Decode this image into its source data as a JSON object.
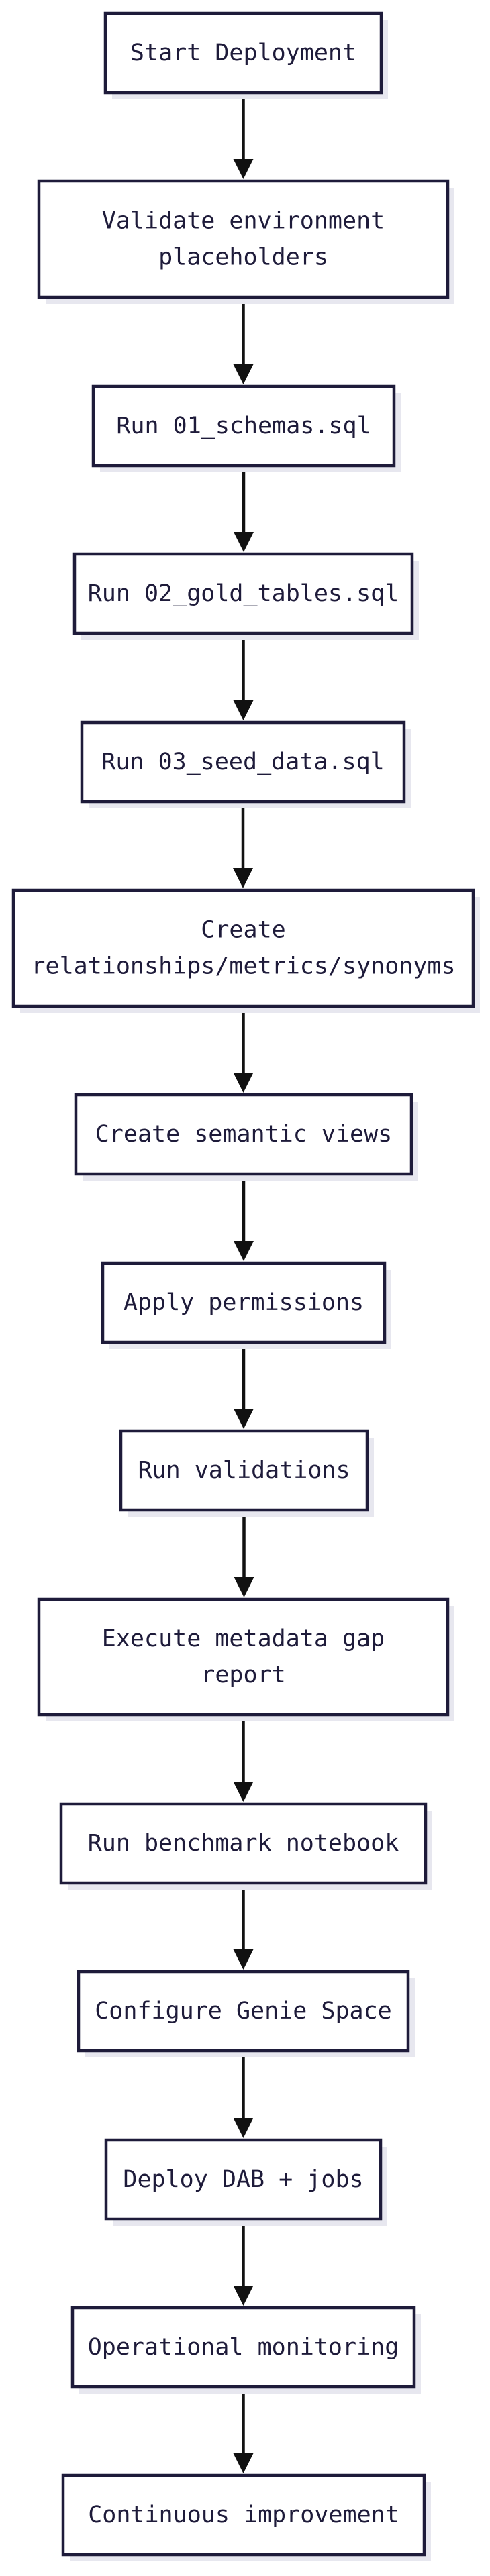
{
  "diagram": {
    "type": "flowchart",
    "direction": "top-to-bottom",
    "colors": {
      "node_border": "#1e1b3a",
      "node_fill": "#ffffff",
      "node_text": "#1e1b3a",
      "arrow": "#111111",
      "shadow": "#e7e7ef",
      "background": "#ffffff"
    },
    "nodes": [
      {
        "id": "start-deployment",
        "lines": [
          "Start Deployment"
        ]
      },
      {
        "id": "validate-environment-placeholders",
        "lines": [
          "Validate environment",
          "placeholders"
        ]
      },
      {
        "id": "run-01-schemas",
        "lines": [
          "Run 01_schemas.sql"
        ]
      },
      {
        "id": "run-02-gold-tables",
        "lines": [
          "Run 02_gold_tables.sql"
        ]
      },
      {
        "id": "run-03-seed-data",
        "lines": [
          "Run 03_seed_data.sql"
        ]
      },
      {
        "id": "create-relationships-metrics-synonyms",
        "lines": [
          "Create",
          "relationships/metrics/synonyms"
        ]
      },
      {
        "id": "create-semantic-views",
        "lines": [
          "Create semantic views"
        ]
      },
      {
        "id": "apply-permissions",
        "lines": [
          "Apply permissions"
        ]
      },
      {
        "id": "run-validations",
        "lines": [
          "Run validations"
        ]
      },
      {
        "id": "execute-metadata-gap-report",
        "lines": [
          "Execute metadata gap",
          "report"
        ]
      },
      {
        "id": "run-benchmark-notebook",
        "lines": [
          "Run benchmark notebook"
        ]
      },
      {
        "id": "configure-genie-space",
        "lines": [
          "Configure Genie Space"
        ]
      },
      {
        "id": "deploy-dab-jobs",
        "lines": [
          "Deploy DAB + jobs"
        ]
      },
      {
        "id": "operational-monitoring",
        "lines": [
          "Operational monitoring"
        ]
      },
      {
        "id": "continuous-improvement",
        "lines": [
          "Continuous improvement"
        ]
      }
    ],
    "edges": [
      {
        "from": "start-deployment",
        "to": "validate-environment-placeholders"
      },
      {
        "from": "validate-environment-placeholders",
        "to": "run-01-schemas"
      },
      {
        "from": "run-01-schemas",
        "to": "run-02-gold-tables"
      },
      {
        "from": "run-02-gold-tables",
        "to": "run-03-seed-data"
      },
      {
        "from": "run-03-seed-data",
        "to": "create-relationships-metrics-synonyms"
      },
      {
        "from": "create-relationships-metrics-synonyms",
        "to": "create-semantic-views"
      },
      {
        "from": "create-semantic-views",
        "to": "apply-permissions"
      },
      {
        "from": "apply-permissions",
        "to": "run-validations"
      },
      {
        "from": "run-validations",
        "to": "execute-metadata-gap-report"
      },
      {
        "from": "execute-metadata-gap-report",
        "to": "run-benchmark-notebook"
      },
      {
        "from": "run-benchmark-notebook",
        "to": "configure-genie-space"
      },
      {
        "from": "configure-genie-space",
        "to": "deploy-dab-jobs"
      },
      {
        "from": "deploy-dab-jobs",
        "to": "operational-monitoring"
      },
      {
        "from": "operational-monitoring",
        "to": "continuous-improvement"
      }
    ]
  }
}
